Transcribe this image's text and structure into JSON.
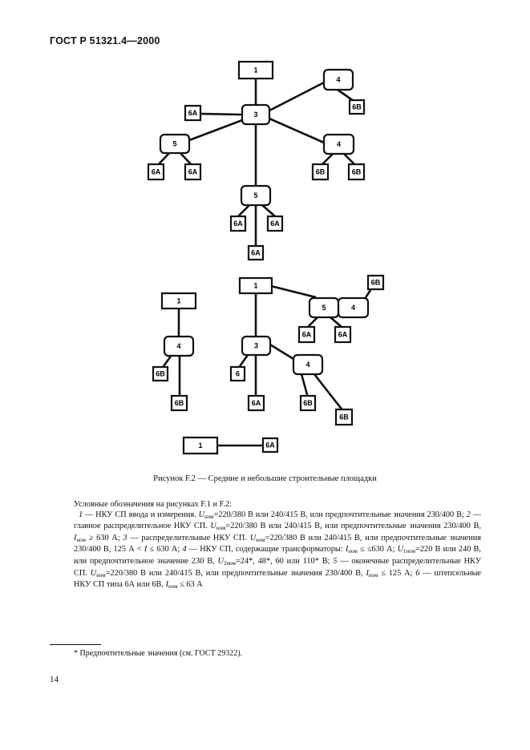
{
  "header": {
    "standard": "ГОСТ Р 51321.4—2000"
  },
  "figure": {
    "caption": "Рисунок F.2 — Средние и небольшие строительные площадки",
    "nodes": [
      {
        "id": "t1",
        "label": "1"
      },
      {
        "id": "t3",
        "label": "3"
      },
      {
        "id": "t4a",
        "label": "4"
      },
      {
        "id": "t6b_a",
        "label": "6B"
      },
      {
        "id": "t6a_a",
        "label": "6A"
      },
      {
        "id": "t5a",
        "label": "5"
      },
      {
        "id": "t4b",
        "label": "4"
      },
      {
        "id": "t6a_b",
        "label": "6A"
      },
      {
        "id": "t6a_c",
        "label": "6A"
      },
      {
        "id": "t6b_b",
        "label": "6B"
      },
      {
        "id": "t6b_c",
        "label": "6B"
      },
      {
        "id": "t5b",
        "label": "5"
      },
      {
        "id": "t6a_d",
        "label": "6A"
      },
      {
        "id": "t6a_e",
        "label": "6A"
      },
      {
        "id": "t6a_f",
        "label": "6A"
      },
      {
        "id": "m1",
        "label": "1"
      },
      {
        "id": "m5",
        "label": "5"
      },
      {
        "id": "m4",
        "label": "4"
      },
      {
        "id": "m6b_top",
        "label": "6B"
      },
      {
        "id": "m6a_a",
        "label": "6A"
      },
      {
        "id": "m6a_b",
        "label": "6A"
      },
      {
        "id": "m3",
        "label": "3"
      },
      {
        "id": "m4b",
        "label": "4"
      },
      {
        "id": "m6",
        "label": "6"
      },
      {
        "id": "m6a_c",
        "label": "6A"
      },
      {
        "id": "m6b_a",
        "label": "6B"
      },
      {
        "id": "m6b_b",
        "label": "6B"
      },
      {
        "id": "l1",
        "label": "1"
      },
      {
        "id": "l4",
        "label": "4"
      },
      {
        "id": "l6b_a",
        "label": "6B"
      },
      {
        "id": "l6b_b",
        "label": "6B"
      },
      {
        "id": "b1",
        "label": "1"
      },
      {
        "id": "b6a",
        "label": "6A"
      }
    ]
  },
  "legend": {
    "intro": "Условные обозначения на рисунках F.1 и F.2:",
    "t1": "1",
    "t1a": " — НКУ СП ввода и измерения. ",
    "u": "U",
    "nom": "ном",
    "nom1": "1ном",
    "nom2": "2ном",
    "i": "I",
    "t1b": "=220/380 В или 240/415 В, или предпочтительные значения 230/400 В; ",
    "t2": "2",
    "t2a": " — главное распределительное НКУ СП. ",
    "t2b": "=220/380 В или 240/415 В, или предпочтительные значения 230/400 В, ",
    "t2c": " ≥ 630 А; ",
    "t3": "3",
    "t3a": " — распределительные НКУ СП. ",
    "t3b": "=220/380 В или 240/415 В, или предпочтительные значения 230/400 В, 125 А < ",
    "t3c": " ≤ 630 А; ",
    "t4": "4",
    "t4a": " — НКУ СП, содержащие трансформаторы: ",
    "t4b": " ≤ ≤630 А; ",
    "t4c": "=220 В или 240 В, или предпочтительное значение 230 В, ",
    "t4d": "=24*, 48*, 60 или 110* В; ",
    "t5": "5",
    "t5a": " — оконечные распределительные НКУ СП. ",
    "t5b": "=220/380 В или 240/415 В, или предпочтительные значения 230/400 В, ",
    "t5c": " ≤ 125 А; ",
    "t6": "6",
    "t6a": " — штепсельные НКУ СП типа 6А или 6В, ",
    "t6b": " ≤ 63 А"
  },
  "footnote": "* Предпочтительные значения (см. ГОСТ 29322).",
  "page_number": "14"
}
